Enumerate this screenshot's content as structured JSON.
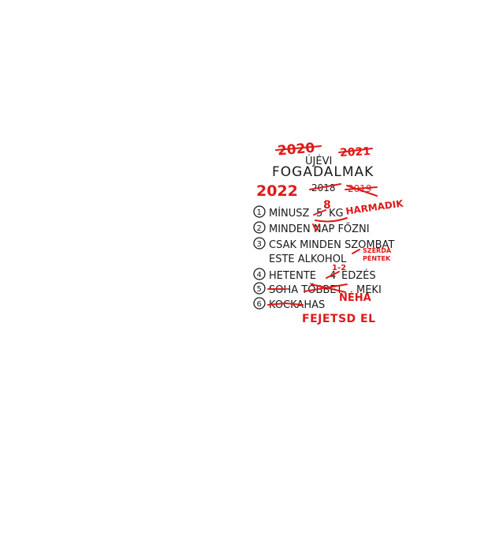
{
  "colors": {
    "ink": "#1a1a1a",
    "accent_red": "#e01919",
    "background": "#ffffff"
  },
  "title": {
    "line1": "ÚJÉVI",
    "line2": "FOGADALMAK",
    "years_crossed": [
      "2020",
      "2021"
    ],
    "year_current": "2022",
    "years_black_crossed": "2018",
    "years_red_crossed": "2019"
  },
  "items": [
    {
      "number": "1",
      "text": "MÍNUSZ",
      "crossed": "5",
      "rest": "KG",
      "red_insert": "8",
      "red_note": "HARMADIK"
    },
    {
      "number": "2",
      "text": "MINDEN NAP FŐZNI"
    },
    {
      "number": "3",
      "text": "CSAK MINDEN SZOMBAT",
      "line2": "ESTE ALKOHOL",
      "red_note1": "SZERDA",
      "red_note2": "PÉNTEK"
    },
    {
      "number": "4",
      "text": "HETENTE",
      "crossed": "4",
      "rest": "EDZÉS",
      "red_insert": "1-2"
    },
    {
      "number": "5",
      "crossed": "SOHA TÖBBET",
      "rest": "MEKI",
      "red_insert": "NÉHA"
    },
    {
      "number": "6",
      "crossed": "KOCKAHAS",
      "red_note": "FEJETSD EL"
    }
  ]
}
